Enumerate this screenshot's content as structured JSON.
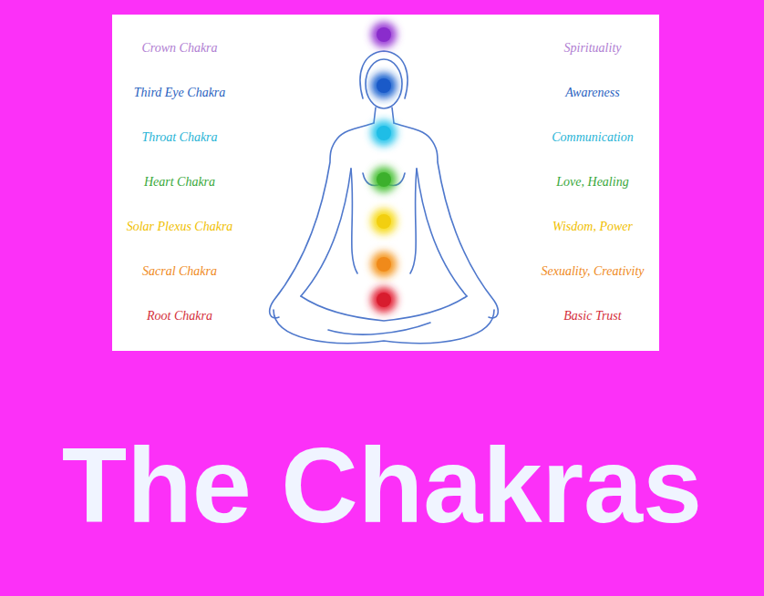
{
  "diagram": {
    "title": "The Chakras",
    "labels": [
      "Crown Chakra",
      "Spirituality",
      "Third Eye Chakra",
      "Awareness",
      "Throat Chakra",
      "Communication",
      "Heart Chakra",
      "Love, Healing",
      "Solar Plexus Chakra",
      "Wisdom, Power",
      "Sacral Chakra",
      "Sexuality, Creativity",
      "Root Chakra",
      "Basic Trust"
    ]
  }
}
